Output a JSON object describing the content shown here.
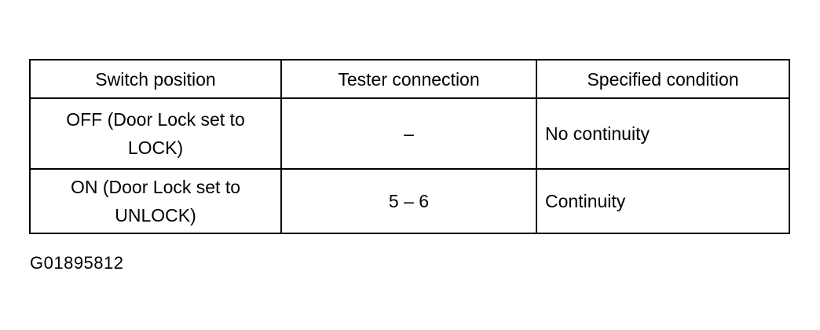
{
  "table": {
    "headers": [
      "Switch position",
      "Tester connection",
      "Specified  condition"
    ],
    "rows": [
      {
        "switch_position_line1": "OFF (Door Lock set to",
        "switch_position_line2": "LOCK)",
        "tester_connection": "–",
        "specified_condition": "No continuity"
      },
      {
        "switch_position_line1": "ON (Door Lock set to",
        "switch_position_line2": "UNLOCK)",
        "tester_connection": "5 – 6",
        "specified_condition": "Continuity"
      }
    ]
  },
  "figure_code": "G01895812"
}
